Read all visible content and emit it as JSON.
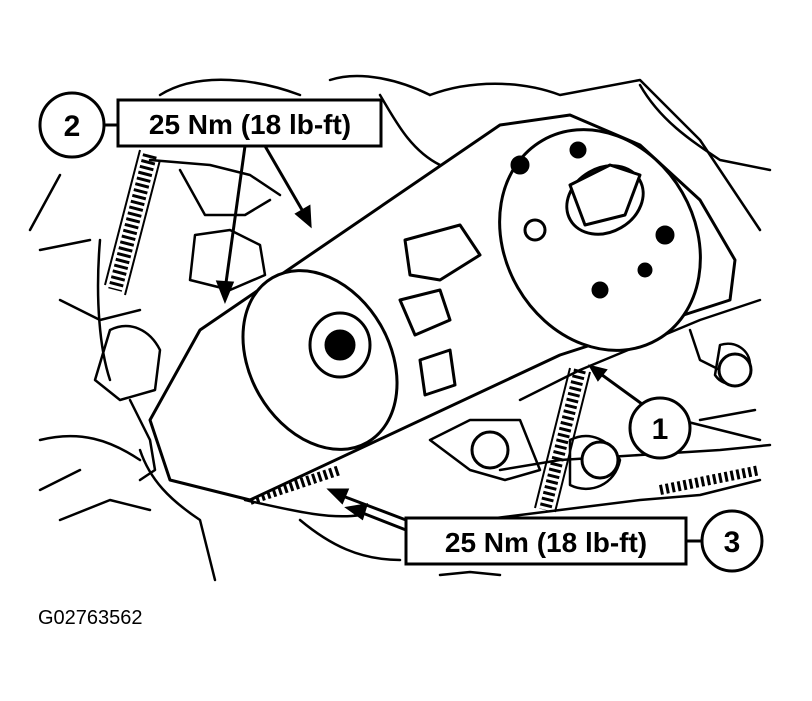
{
  "figure_code": "G02763562",
  "callouts": [
    {
      "number": "1"
    },
    {
      "number": "2",
      "torque": "25 Nm (18 lb-ft)"
    },
    {
      "number": "3",
      "torque": "25 Nm (18 lb-ft)"
    }
  ],
  "colors": {
    "ink": "#000000",
    "paper": "#ffffff"
  }
}
